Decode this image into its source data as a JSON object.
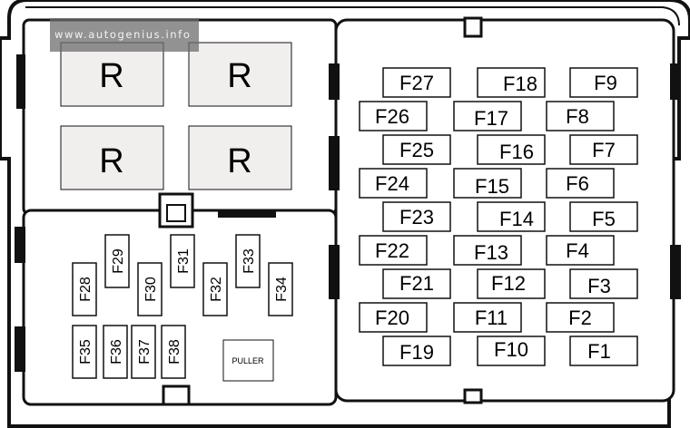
{
  "watermark": "www.autogenius.info",
  "relays": [
    "R",
    "R",
    "R",
    "R"
  ],
  "right_fuses": [
    "F27",
    "F18",
    "F9",
    "F26",
    "F17",
    "F8",
    "F25",
    "F16",
    "F7",
    "F24",
    "F15",
    "F6",
    "F23",
    "F14",
    "F5",
    "F22",
    "F13",
    "F4",
    "F21",
    "F12",
    "F3",
    "F20",
    "F11",
    "F2",
    "F19",
    "F10",
    "F1"
  ],
  "left_fuses": [
    "F28",
    "F29",
    "F30",
    "F31",
    "F32",
    "F33",
    "F34",
    "F35",
    "F36",
    "F37",
    "F38"
  ],
  "puller_label": "PULLER"
}
